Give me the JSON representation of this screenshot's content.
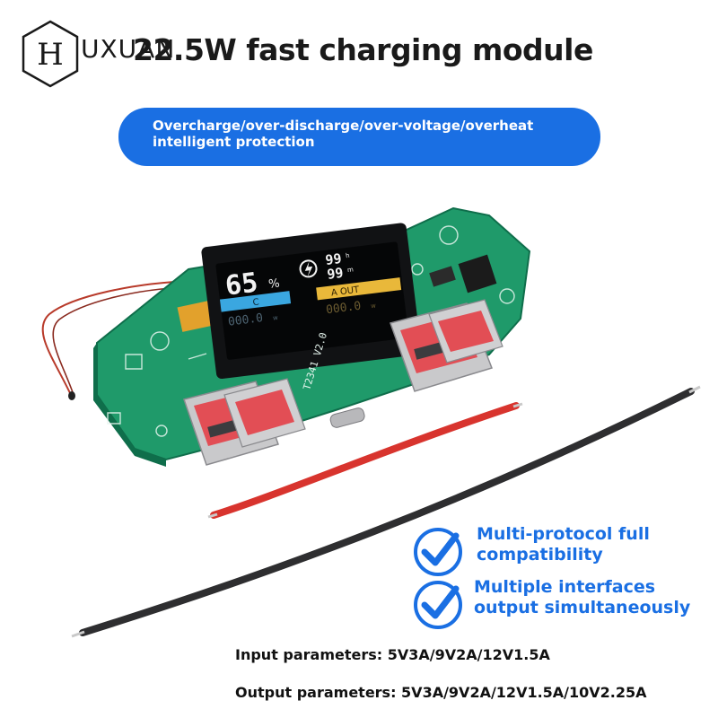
{
  "header": {
    "brand": "UXUAN",
    "title": "22.5W fast charging module"
  },
  "banner": {
    "line1": "Overcharge/over-discharge/over-voltage/overheat",
    "line2": "intelligent protection"
  },
  "display": {
    "percent": "65",
    "percent_unit": "%",
    "hours": "99",
    "hours_unit": "h",
    "minutes": "99",
    "minutes_unit": "m",
    "left_mode": "C",
    "right_mode": "A OUT",
    "left_value": "000.0",
    "left_unit": "w",
    "right_value": "000.0",
    "right_unit": "w"
  },
  "board": {
    "model": "T2341 V2.0"
  },
  "features": [
    {
      "line1": "Multi-protocol full",
      "line2": "compatibility",
      "icon": "checkmark-badge-icon"
    },
    {
      "line1": "Multiple interfaces",
      "line2": "output simultaneously",
      "icon": "checkmark-badge-icon"
    }
  ],
  "params": {
    "input": "Input parameters: 5V3A/9V2A/12V1.5A",
    "output": "Output parameters: 5V3A/9V2A/12V1.5A/10V2.25A"
  },
  "colors": {
    "accent_blue": "#1a6fe3",
    "pcb_green": "#1f9a6a",
    "usb_red": "#e24e55",
    "screen_cyan": "#3aa7e0",
    "screen_yellow": "#e9b83a"
  }
}
